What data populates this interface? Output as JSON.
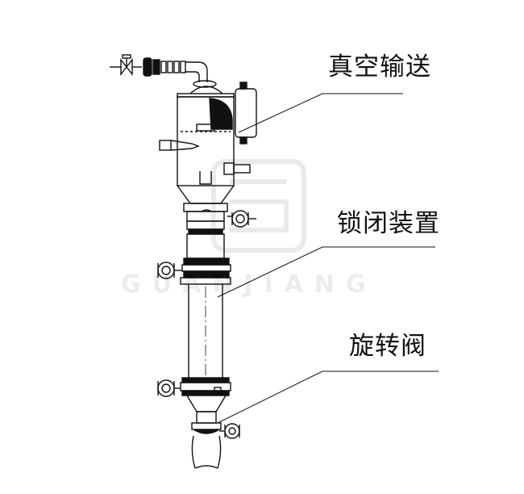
{
  "callouts": {
    "vacuum_conveying": "真空输送",
    "locking_device": "锁闭装置",
    "rotary_valve": "旋转阀"
  },
  "watermark": {
    "text": "GUANJIANG"
  },
  "colors": {
    "line": "#111111",
    "background": "#ffffff",
    "watermark": "#000000"
  }
}
